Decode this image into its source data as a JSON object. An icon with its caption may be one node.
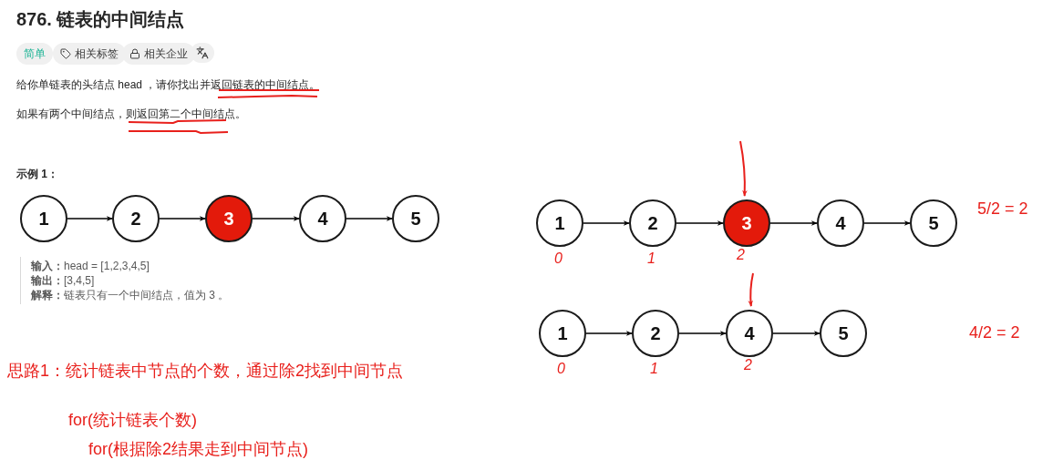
{
  "diagram": {
    "title": "876. 链表的中间结点",
    "nodes": [
      {
        "text": [
          "1"
        ]
      },
      {
        "text": [
          "2"
        ]
      },
      {
        "text": [
          "3"
        ]
      },
      {
        "text": [
          "4"
        ]
      },
      {
        "text": [
          "5"
        ]
      },
      {
        "text": [
          "1"
        ],
        "beside": [
          "0"
        ]
      },
      {
        "text": [
          "2"
        ],
        "beside": [
          "1"
        ]
      },
      {
        "text": [
          "3"
        ],
        "beside": [
          "2"
        ]
      },
      {
        "text": [
          "4"
        ]
      },
      {
        "text": [
          "5"
        ]
      },
      {
        "text": [
          "1"
        ],
        "beside": [
          "0"
        ]
      },
      {
        "text": [
          "2"
        ],
        "beside": [
          "1"
        ]
      },
      {
        "text": [
          "4"
        ],
        "beside": [
          "2"
        ]
      },
      {
        "text": [
          "5"
        ]
      }
    ],
    "edges": [
      {
        "from": 0,
        "to": 1,
        "arrow": "to"
      },
      {
        "from": 1,
        "to": 2,
        "arrow": "to"
      },
      {
        "from": 2,
        "to": 3,
        "arrow": "to"
      },
      {
        "from": 3,
        "to": 4,
        "arrow": "to"
      },
      {
        "from": 5,
        "to": 6,
        "arrow": "to"
      },
      {
        "from": 6,
        "to": 7,
        "arrow": "to"
      },
      {
        "from": 7,
        "to": 8,
        "arrow": "to"
      },
      {
        "from": 8,
        "to": 9,
        "arrow": "to"
      },
      {
        "from": 10,
        "to": 11,
        "arrow": "to"
      },
      {
        "from": 11,
        "to": 12,
        "arrow": "to"
      },
      {
        "from": 12,
        "to": 13,
        "arrow": "to"
      },
      {
        "from": null,
        "to": 7,
        "arrow": "to",
        "color": "#e8201c"
      },
      {
        "from": null,
        "to": 12,
        "arrow": "to",
        "color": "#e8201c"
      }
    ],
    "labels": [
      "简单",
      "相关标签",
      "相关企业",
      "给你单链表的头结点 head ，请你找出并返回链表的中间结点。",
      "如果有两个中间结点，则返回第二个中间结点。",
      "示例 1：",
      "**输入：**head = [1,2,3,4,5]",
      "**输出：**[3,4,5]",
      "**解释：**链表只有一个中间结点，值为 3 。",
      "5/2 = 2",
      "4/2 = 2",
      "思路1：统计链表中节点的个数，通过除2找到中间节点",
      "for(统计链表个数)",
      "for(根据除2结果走到中间节点)"
    ]
  }
}
